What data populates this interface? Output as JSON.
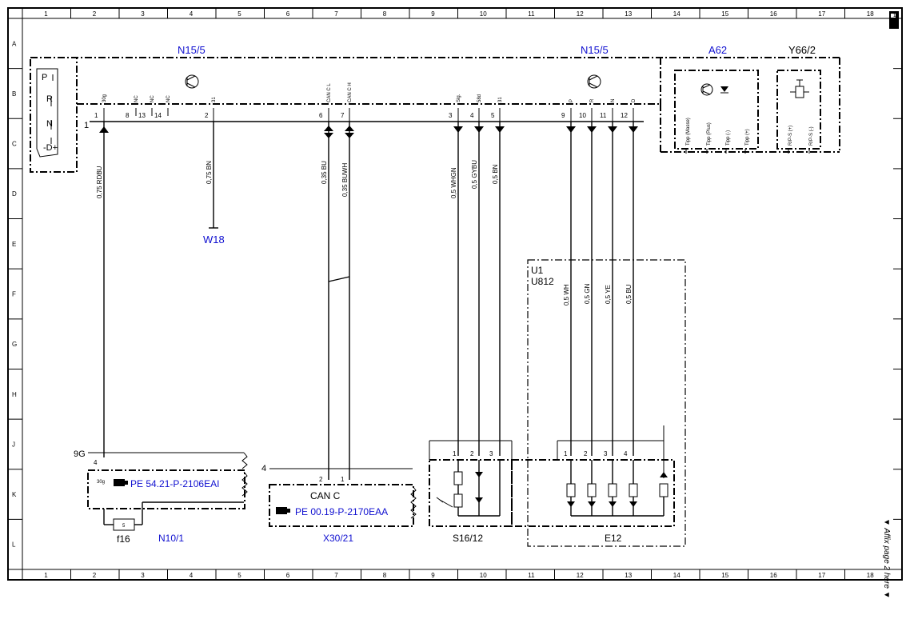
{
  "grid": {
    "columns": [
      "1",
      "2",
      "3",
      "4",
      "5",
      "6",
      "7",
      "8",
      "9",
      "10",
      "11",
      "12",
      "13",
      "14",
      "15",
      "16",
      "17",
      "18"
    ],
    "rows": [
      "A",
      "B",
      "C",
      "D",
      "E",
      "F",
      "G",
      "H",
      "J",
      "K",
      "L"
    ]
  },
  "components": {
    "n15_5_left": "N15/5",
    "n15_5_right": "N15/5",
    "a62": "A62",
    "y66_2": "Y66/2",
    "w18": "W18",
    "u1": "U1",
    "u812": "U812",
    "can_c": "CAN C",
    "n10_1": "N10/1",
    "x30_21": "X30/21",
    "s16_12": "S16/12",
    "e12": "E12",
    "f16": "f16",
    "fuse_5": "5"
  },
  "selector": {
    "p": "P",
    "r": "R",
    "n": "N",
    "d": "-D+"
  },
  "connector_label": "1",
  "pins": {
    "p1": "1",
    "p8": "8",
    "p13": "13",
    "p14": "14",
    "p2": "2",
    "p6": "6",
    "p7": "7",
    "p3": "3",
    "p4": "4",
    "p5": "5",
    "p9": "9",
    "p10": "10",
    "p11": "11",
    "p12": "12",
    "sig_30g": "30g",
    "sig_nc1": "NC",
    "sig_nc2": "NC",
    "sig_nc3": "NC",
    "sig_31": "31",
    "sig_canl": "CAN C L",
    "sig_canh": "CAN C H",
    "sig_sig": "Sig.",
    "sig_58d": "58d",
    "sig_31b": "31",
    "sig_p": "P",
    "sig_r": "R",
    "sig_n": "N",
    "sig_d": "D"
  },
  "a62_pins": [
    "Tipp (Masse)",
    "Tipp (Plus)",
    "Tipp (-)",
    "Tipp (+)"
  ],
  "y66_pins": [
    "R/P-S (+)",
    "R/P-S (-)"
  ],
  "wires": {
    "w1": "0,75 RDBU",
    "w2": "0,75 BN",
    "w6": "0,35 BU",
    "w7": "0,35 BUWH",
    "w3": "0,5 WHGN",
    "w4": "0,5 GYBU",
    "w5": "0,5 BN",
    "w9": "0,5 WH",
    "w10": "0,5 GN",
    "w11": "0,5 YE",
    "w12": "0,5 BU"
  },
  "bottom_pins": {
    "n10_9g": "9G",
    "n10_4": "4",
    "n10_30g": "30g",
    "x30_4": "4",
    "x30_2": "2",
    "x30_1": "1",
    "s16_1": "1",
    "s16_2": "2",
    "s16_3": "3",
    "e12_1": "1",
    "e12_2": "2",
    "e12_3": "3",
    "e12_4": "4"
  },
  "references": {
    "pe_n10": "PE 54.21-P-2106EAI",
    "pe_x30": "PE 00.19-P-2170EAA"
  },
  "affix_note": "▼ Affix page 2 here ▼",
  "corner_mark": "18"
}
